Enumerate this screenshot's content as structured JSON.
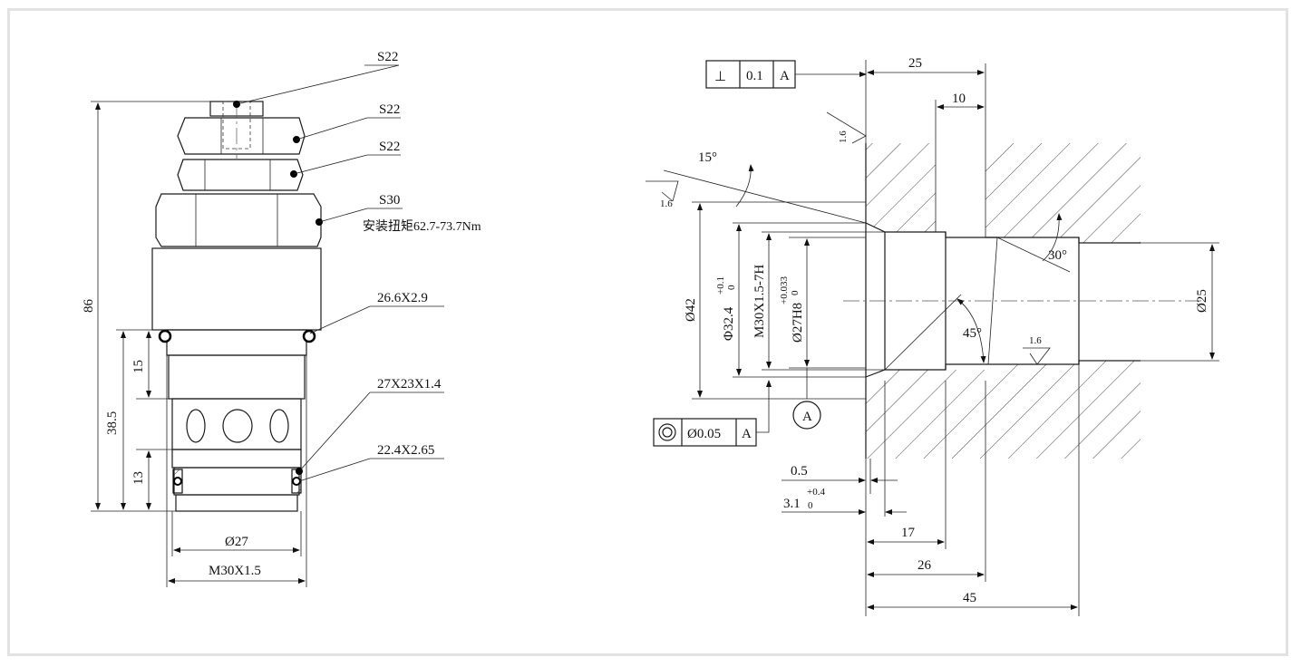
{
  "left_view": {
    "callouts": {
      "s22_top": "S22",
      "s22_mid": "S22",
      "s22_low": "S22",
      "s30": "S30",
      "torque": "安装扭矩62.7-73.7Nm",
      "oring_1": "26.6X2.9",
      "oring_2": "27X23X1.4",
      "oring_3": "22.4X2.65"
    },
    "dims": {
      "total_len": "86",
      "len_385": "38.5",
      "len_15": "15",
      "len_13": "13",
      "dia_27": "Ø27",
      "thread": "M30X1.5"
    }
  },
  "right_view": {
    "gdt_perp": {
      "symbol": "⊥",
      "tol": "0.1",
      "datum": "A"
    },
    "gdt_conc": {
      "symbol": "◎",
      "tol": "Ø0.05",
      "datum": "A"
    },
    "datum_label": "A",
    "dims": {
      "d25_top": "25",
      "d10": "10",
      "angle_15": "15°",
      "rough_top": "1.6",
      "rough_left": "1.6",
      "rough_bottom": "1.6",
      "angle_30": "30°",
      "angle_45": "45°",
      "dia_42": "Ø42",
      "dia_324": "Φ32.4",
      "tol_324_up": "+0.1",
      "tol_324_low": "0",
      "thread_7h": "M30X1.5-7H",
      "dia_27h8": "Ø27H8",
      "tol_27_up": "+0.033",
      "tol_27_low": "0",
      "dia_25": "Ø25",
      "d05": "0.5",
      "d31": "3.1",
      "tol_31_up": "+0.4",
      "tol_31_low": "0",
      "d17": "17",
      "d26": "26",
      "d45": "45"
    }
  }
}
